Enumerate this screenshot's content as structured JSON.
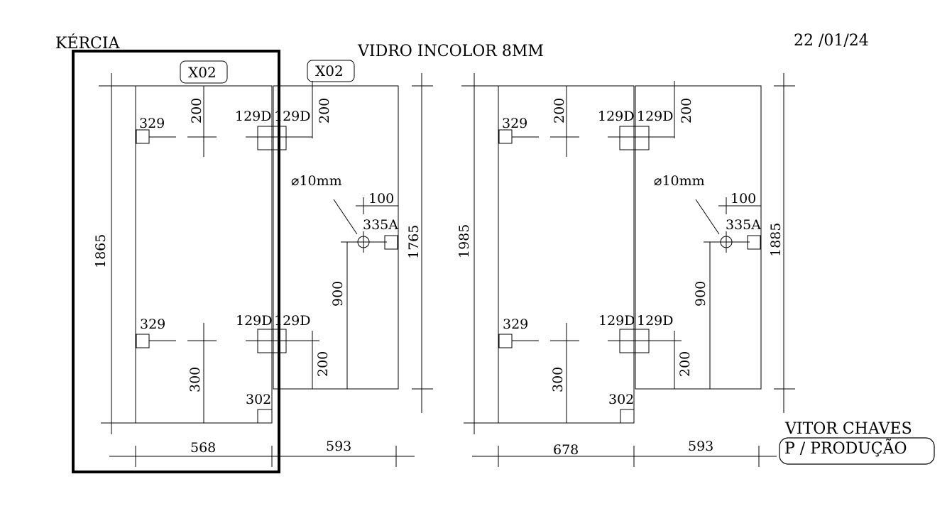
{
  "header": {
    "client": "KÉRCIA",
    "material": "VIDRO INCOLOR 8MM",
    "date": "22 /01/24"
  },
  "footer": {
    "author": "VITOR CHAVES",
    "stage": "P / PRODUÇÃO"
  },
  "drawing_left": {
    "tag_a": "X02",
    "tag_b": "X02",
    "total_height": "1865",
    "door_height": "1765",
    "width_fixed": "568",
    "width_door": "593",
    "offset_top_fixed": "200",
    "offset_top_door": "200",
    "offset_bottom_fixed": "300",
    "offset_bottom_door": "200",
    "handle_height": "900",
    "handle_side": "100",
    "hole_diameter": "⌀10mm",
    "hardware_handle": "335A",
    "hardware_hinge_tl": "329",
    "hardware_hinge_bl": "329",
    "hardware_corner_br": "302",
    "hardware_129_tl": "129D",
    "hardware_129_tr": "129D",
    "hardware_129_bl": "129D",
    "hardware_129_br": "129D"
  },
  "drawing_right": {
    "total_height": "1985",
    "door_height": "1885",
    "width_fixed": "678",
    "width_door": "593",
    "offset_top_fixed": "200",
    "offset_top_door": "200",
    "offset_bottom_fixed": "300",
    "offset_bottom_door": "200",
    "handle_height": "900",
    "handle_side": "100",
    "hole_diameter": "⌀10mm",
    "hardware_handle": "335A",
    "hardware_hinge_tl": "329",
    "hardware_hinge_bl": "329",
    "hardware_corner_br": "302",
    "hardware_129_tl": "129D",
    "hardware_129_tr": "129D",
    "hardware_129_bl": "129D",
    "hardware_129_br": "129D"
  }
}
